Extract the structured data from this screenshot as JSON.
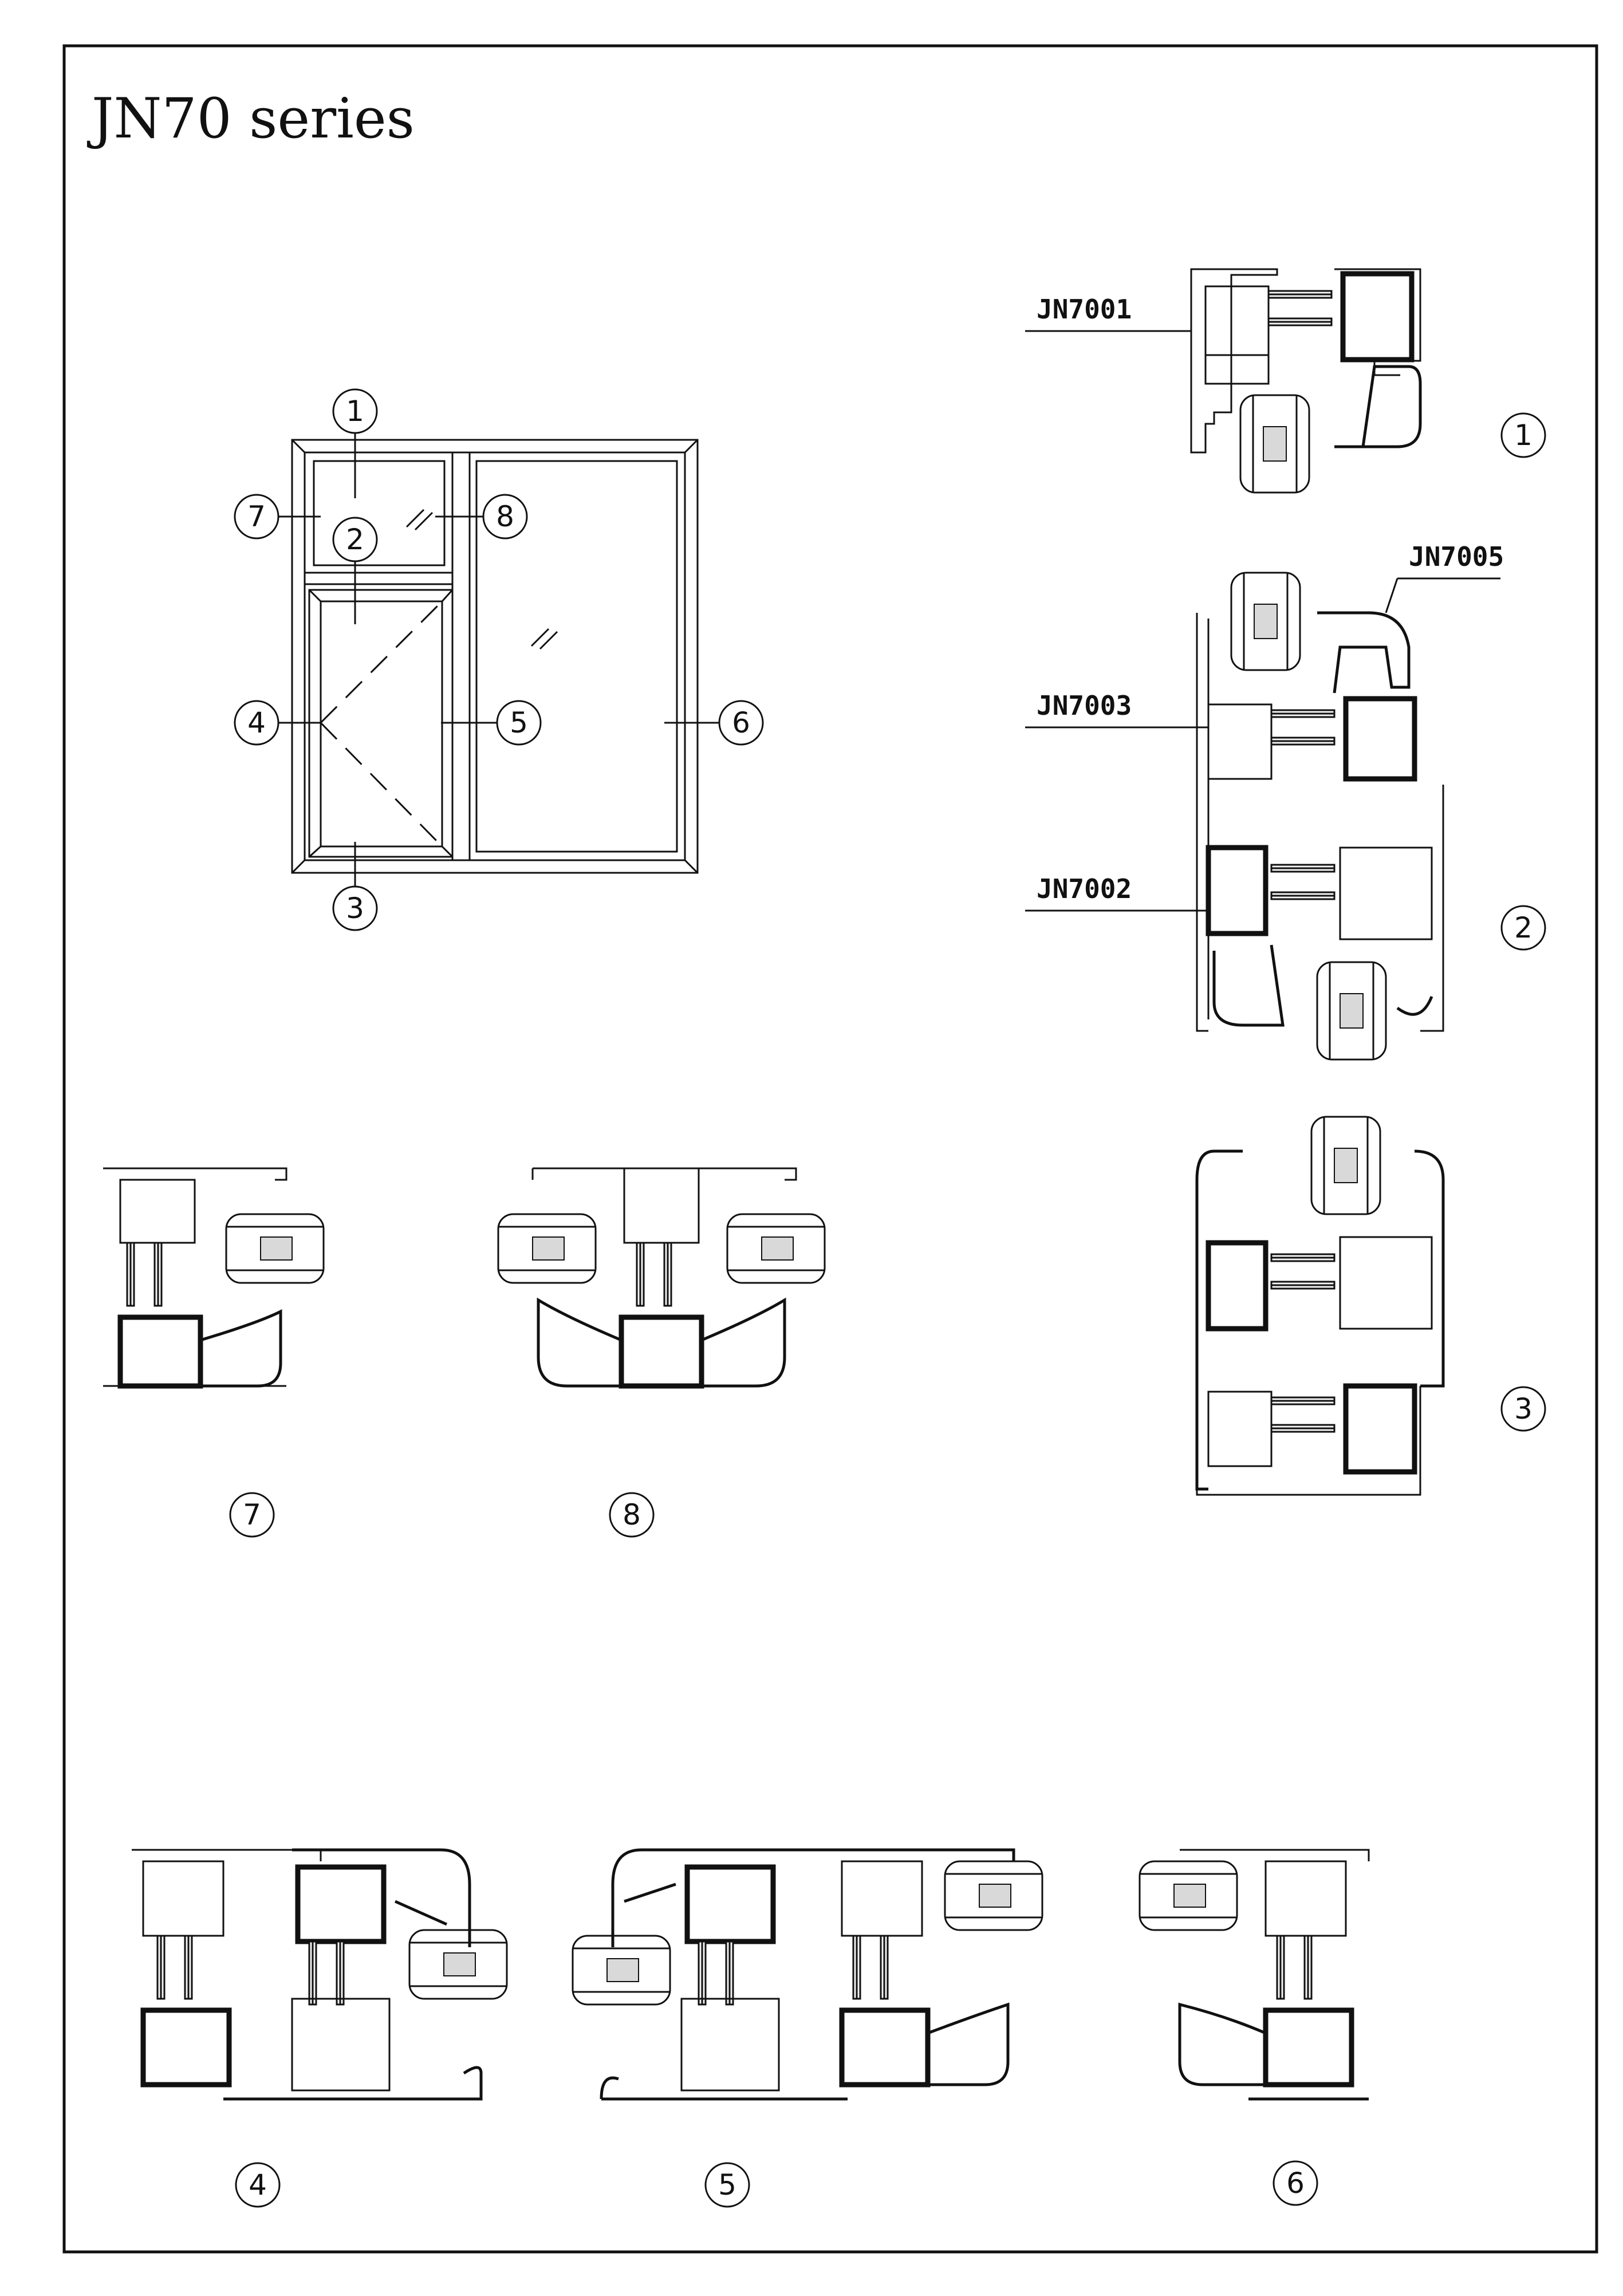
{
  "title": "JN70 series",
  "part_codes": {
    "frame_top": "JN7001",
    "glazing_bead": "JN7005",
    "frame_mid": "JN7003",
    "sash": "JN7002"
  },
  "elevation_labels": [
    "1",
    "2",
    "3",
    "4",
    "5",
    "6",
    "7",
    "8"
  ],
  "section_labels": {
    "s1": "1",
    "s2": "2",
    "s3": "3",
    "s4": "4",
    "s5": "5",
    "s6": "6",
    "s7": "7",
    "s8": "8"
  }
}
